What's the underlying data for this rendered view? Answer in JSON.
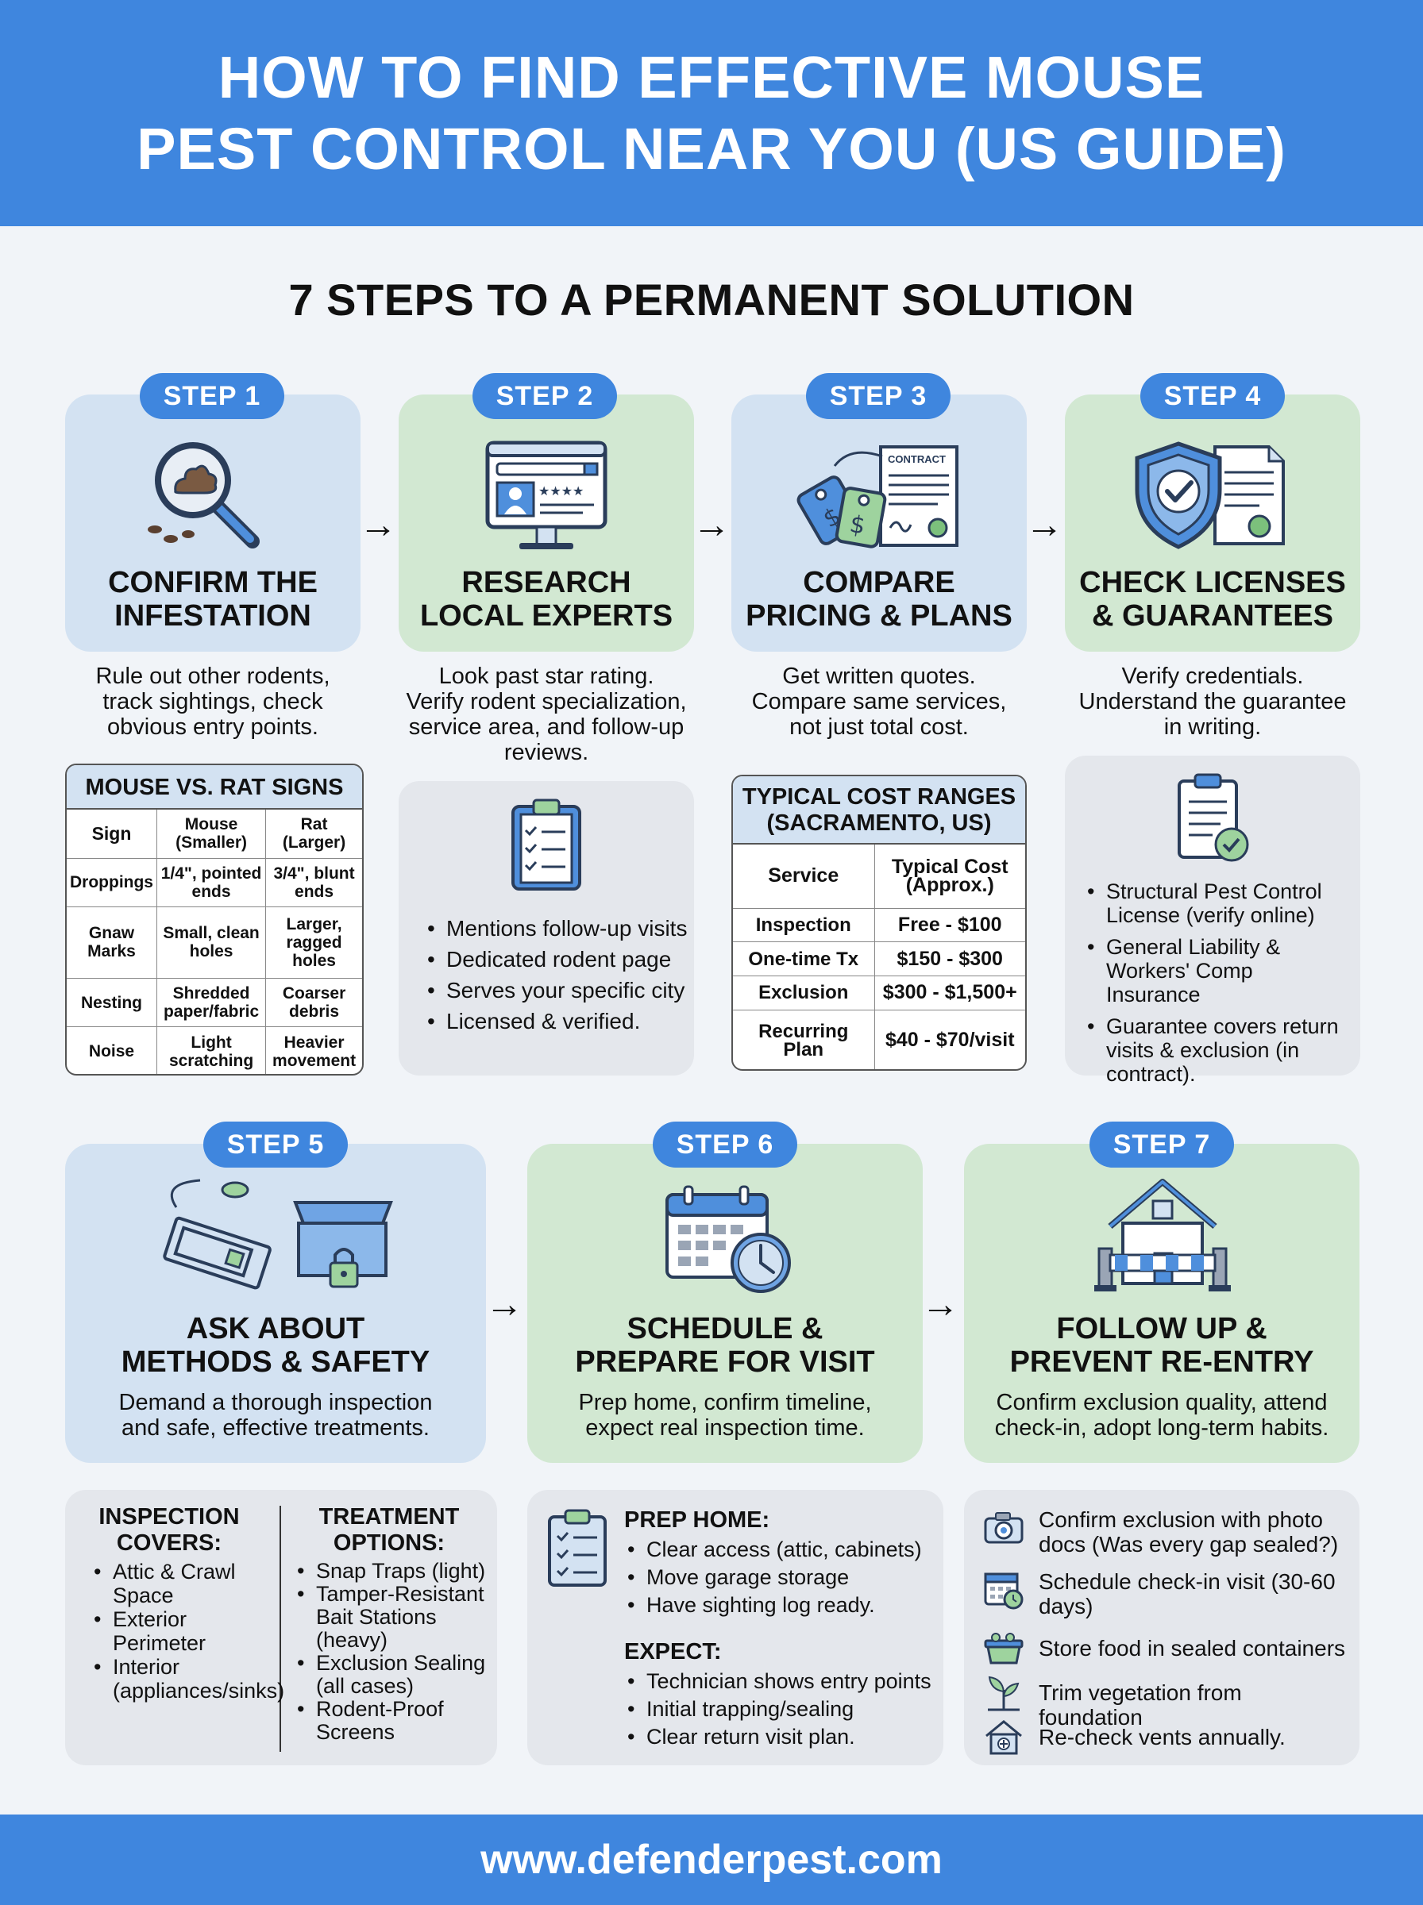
{
  "header": {
    "title_line1": "HOW TO FIND EFFECTIVE MOUSE",
    "title_line2": "PEST CONTROL NEAR YOU (US GUIDE)"
  },
  "subtitle": "7 STEPS TO A PERMANENT SOLUTION",
  "steps": [
    {
      "badge": "STEP 1",
      "title1": "CONFIRM THE",
      "title2": "INFESTATION",
      "desc": [
        "Rule out other rodents,",
        "track sightings, check",
        "obvious entry points."
      ]
    },
    {
      "badge": "STEP 2",
      "title1": "RESEARCH",
      "title2": "LOCAL EXPERTS",
      "desc": [
        "Look past star rating.",
        "Verify rodent specialization,",
        "service area, and follow-up",
        "reviews."
      ]
    },
    {
      "badge": "STEP 3",
      "title1": "COMPARE",
      "title2": "PRICING & PLANS",
      "desc": [
        "Get written quotes.",
        "Compare same services,",
        "not just total cost."
      ]
    },
    {
      "badge": "STEP 4",
      "title1": "CHECK LICENSES",
      "title2": "& GUARANTEES",
      "desc": [
        "Verify credentials.",
        "Understand the guarantee",
        "in writing."
      ]
    },
    {
      "badge": "STEP 5",
      "title1": "ASK ABOUT",
      "title2": "METHODS & SAFETY",
      "desc": [
        "Demand a thorough inspection",
        "and safe, effective treatments."
      ]
    },
    {
      "badge": "STEP 6",
      "title1": "SCHEDULE &",
      "title2": "PREPARE FOR VISIT",
      "desc": [
        "Prep home, confirm timeline,",
        "expect real inspection time."
      ]
    },
    {
      "badge": "STEP 7",
      "title1": "FOLLOW UP &",
      "title2": "PREVENT RE-ENTRY",
      "desc": [
        "Confirm exclusion quality, attend",
        "check-in, adopt long-term habits."
      ]
    }
  ],
  "icons": {
    "step1": "magnifier-droppings-icon",
    "step2": "monitor-review-icon",
    "step3": "price-tag-contract-icon",
    "step4": "shield-certificate-icon",
    "step5": "trap-bait-station-icon",
    "step6": "calendar-clock-icon",
    "step7": "house-barrier-icon"
  },
  "contract_label": "CONTRACT",
  "mouse_table": {
    "title": "MOUSE VS. RAT SIGNS",
    "headers": [
      "Sign",
      "Mouse (Smaller)",
      "Rat (Larger)"
    ],
    "rows": [
      [
        "Droppings",
        "1/4\", pointed ends",
        "3/4\", blunt ends"
      ],
      [
        "Gnaw Marks",
        "Small, clean holes",
        "Larger, ragged holes"
      ],
      [
        "Nesting",
        "Shredded paper/fabric",
        "Coarser debris"
      ],
      [
        "Noise",
        "Light scratching",
        "Heavier movement"
      ]
    ]
  },
  "step2_list": [
    "Mentions follow-up visits",
    "Dedicated rodent page",
    "Serves your specific city",
    "Licensed & verified."
  ],
  "cost_table": {
    "title1": "TYPICAL COST RANGES",
    "title2": "(SACRAMENTO, US)",
    "headers": [
      "Service",
      "Typical Cost (Approx.)"
    ],
    "rows": [
      [
        "Inspection",
        "Free - $100"
      ],
      [
        "One-time Tx",
        "$150 - $300"
      ],
      [
        "Exclusion",
        "$300 - $1,500+"
      ],
      [
        "Recurring Plan",
        "$40 - $70/visit"
      ]
    ]
  },
  "step4_list": [
    "Structural Pest Control License (verify online)",
    "General Liability & Workers' Comp Insurance",
    "Guarantee covers return visits & exclusion (in contract)."
  ],
  "step5_panel": {
    "inspection_title": "INSPECTION COVERS:",
    "inspection_items": [
      "Attic & Crawl Space",
      "Exterior Perimeter",
      "Interior (appliances/sinks)"
    ],
    "treatment_title": "TREATMENT OPTIONS:",
    "treatment_items": [
      "Snap Traps (light)",
      "Tamper-Resistant Bait Stations (heavy)",
      "Exclusion Sealing (all cases)",
      "Rodent-Proof Screens"
    ]
  },
  "step6_panel": {
    "prep_title": "PREP HOME:",
    "prep_items": [
      "Clear access (attic, cabinets)",
      "Move garage storage",
      "Have sighting log ready."
    ],
    "expect_title": "EXPECT:",
    "expect_items": [
      "Technician shows entry points",
      "Initial trapping/sealing",
      "Clear return visit plan."
    ]
  },
  "step7_panel": [
    {
      "icon": "camera-icon",
      "text": "Confirm exclusion with photo docs (Was every gap sealed?)"
    },
    {
      "icon": "calendar-icon",
      "text": "Schedule check-in visit (30-60 days)"
    },
    {
      "icon": "food-container-icon",
      "text": "Store food in sealed containers"
    },
    {
      "icon": "plant-icon",
      "text": "Trim vegetation from foundation"
    },
    {
      "icon": "house-vent-icon",
      "text": "Re-check vents annually."
    }
  ],
  "footer": "www.defenderpest.com",
  "colors": {
    "accent": "#3f86de",
    "card_blue": "#d3e2f2",
    "card_green": "#d2e8d2",
    "panel": "#e4e7ec"
  }
}
